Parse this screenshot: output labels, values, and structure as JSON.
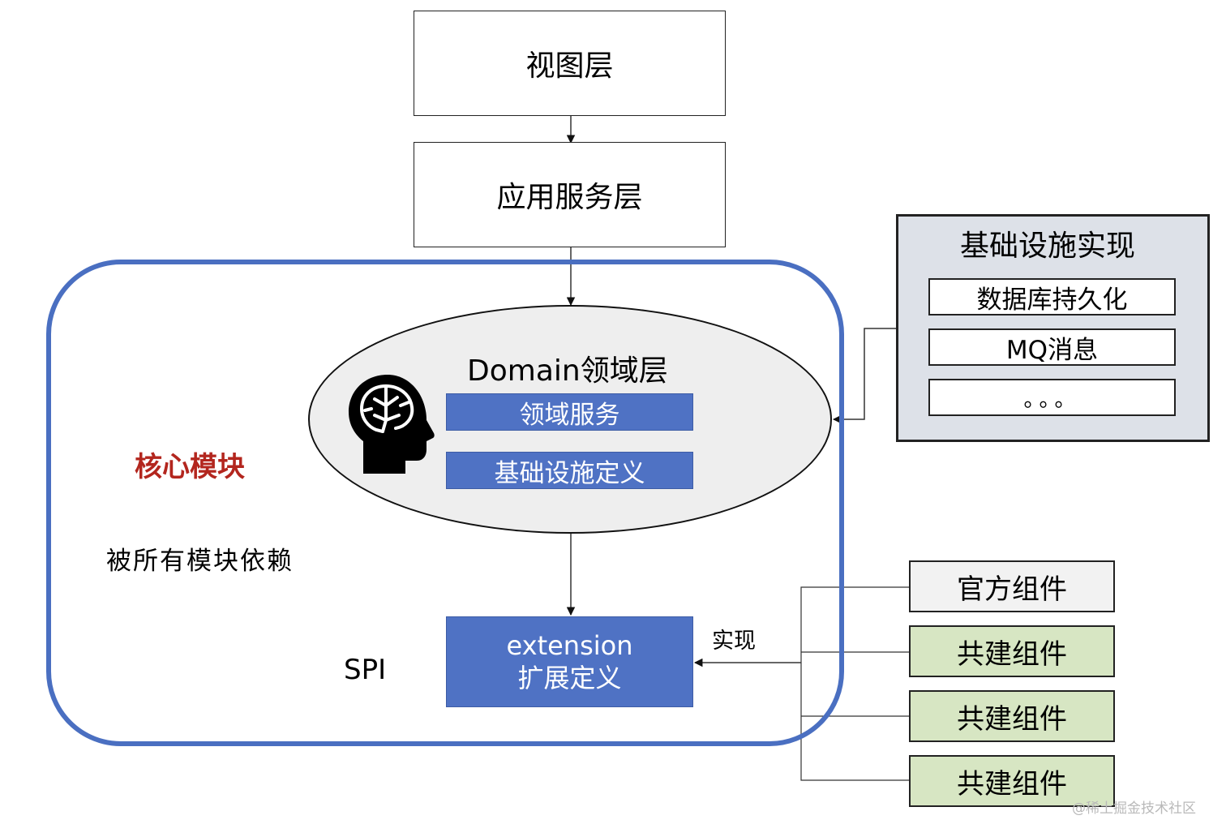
{
  "layers": {
    "view": "视图层",
    "app_service": "应用服务层"
  },
  "core": {
    "title": "核心模块",
    "subtitle": "被所有模块依赖",
    "spi_label": "SPI"
  },
  "domain": {
    "title": "Domain领域层",
    "items": [
      "领域服务",
      "基础设施定义"
    ]
  },
  "extension": {
    "line1": "extension",
    "line2": "扩展定义",
    "implement_label": "实现"
  },
  "infrastructure": {
    "title": "基础设施实现",
    "items": [
      "数据库持久化",
      "MQ消息",
      "。。。"
    ]
  },
  "components": [
    {
      "label": "官方组件",
      "kind": "official"
    },
    {
      "label": "共建组件",
      "kind": "shared"
    },
    {
      "label": "共建组件",
      "kind": "shared"
    },
    {
      "label": "共建组件",
      "kind": "shared"
    }
  ],
  "watermark": "@稀土掘金技术社区",
  "colors": {
    "core_border": "#4a6fc1",
    "core_title": "#b3261e",
    "blue_box": "#4f72c4",
    "infra_panel": "#dde1e8",
    "shared_component": "#d7e6c3",
    "official_component": "#f2f2f2",
    "ellipse_fill": "#eeeeee"
  }
}
